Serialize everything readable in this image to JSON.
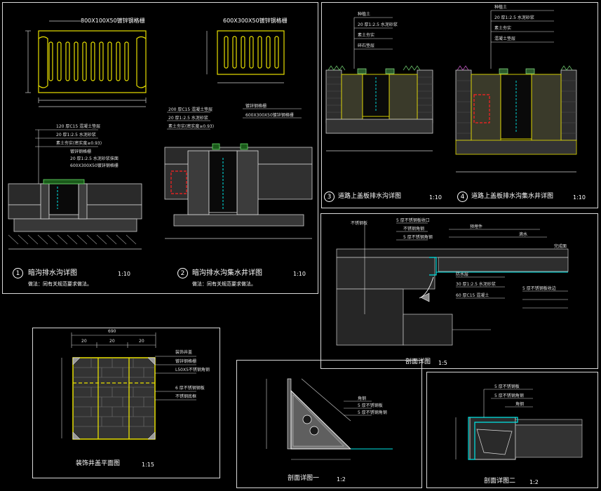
{
  "sheet1": {
    "title1": "暗沟排水沟详图",
    "title2": "暗沟排水沟集水井详图",
    "num1": "1",
    "num2": "2",
    "scale1": "1:10",
    "scale2": "1:10",
    "note1": "做法：同有关规范要求做法。",
    "note2": "做法：同有关规范要求做法。",
    "grate_label1": "800X100X50镀锌钢格栅",
    "grate_label2": "600X300X50镀锌钢格栅",
    "layers1": [
      "120 厚C15 混凝土垫层",
      "20 厚1:2.5 水泥砂浆",
      "素土夯实(密实度≥0.93)",
      "镀锌钢格栅",
      "20 厚1:2.5 水泥砂浆抹面",
      "600X300X50镀锌钢格栅"
    ],
    "layers2": [
      "200 厚C15 混凝土垫层",
      "20 厚1:2.5 水泥砂浆",
      "素土夯实(密实度≥0.93)",
      "镀锌钢格栅",
      "600X300X50镀锌钢格栅"
    ]
  },
  "sheet2": {
    "num3": "3",
    "num4": "4",
    "title3": "道路上盖板排水沟详图",
    "title4": "道路上盖板排水沟集水井详图",
    "scale3": "1:10",
    "scale4": "1:10",
    "layers": [
      "种植土",
      "20 厚1:2.5 水泥砂浆",
      "素土夯实",
      "碎石垫层",
      "混凝土垫层"
    ]
  },
  "sheet3": {
    "title": "剖面详图",
    "scale": "1:5",
    "labels": [
      "不锈钢板",
      "5 厚不锈钢板收口",
      "不锈钢角钢",
      "5 厚不锈钢角钢",
      "预埋件",
      "滴水",
      "完成面",
      "防水层",
      "30 厚1:2.5 水泥砂浆",
      "60 厚C15 混凝土",
      "5 厚不锈钢板收边"
    ]
  },
  "sheet4": {
    "title": "装饰井盖平面图",
    "scale": "1:15",
    "dims_top": [
      "690",
      "20",
      "20",
      "20"
    ],
    "labels": [
      "装饰井盖",
      "镀锌钢格栅",
      "L50X5不锈钢角钢",
      "6 厚不锈钢钢板",
      "不锈钢底框"
    ]
  },
  "sheet5": {
    "title": "剖面详图一",
    "scale": "1:2",
    "labels": [
      "角钢",
      "5 厚不锈钢板",
      "5 厚不锈钢角钢"
    ]
  },
  "sheet6": {
    "title": "剖面详图二",
    "scale": "1:2",
    "labels": [
      "5 厚不锈钢板",
      "5 厚不锈钢角钢",
      "角钢"
    ]
  }
}
